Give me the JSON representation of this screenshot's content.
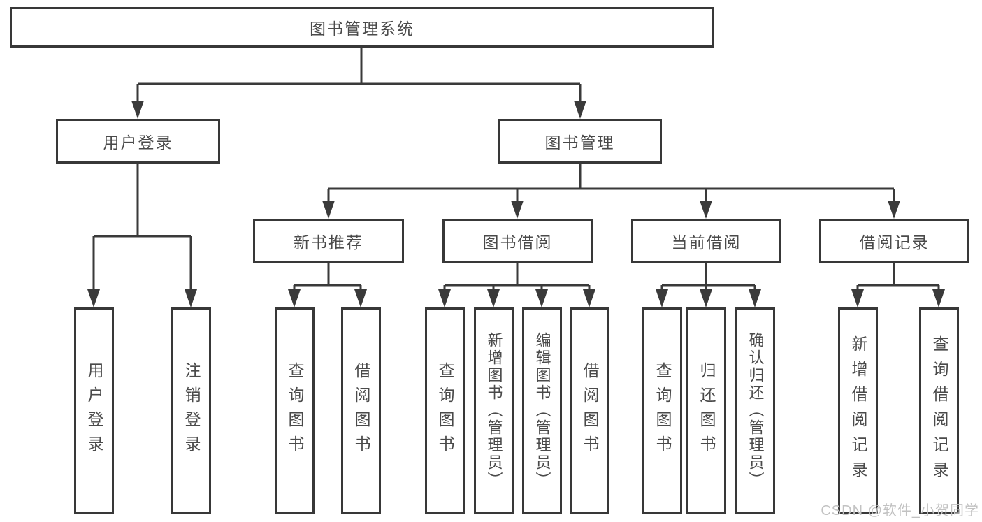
{
  "nodes": {
    "root": {
      "label": "图书管理系统"
    },
    "l2": [
      {
        "label": "用户登录"
      },
      {
        "label": "图书管理"
      }
    ],
    "l3": [
      {
        "label": "新书推荐",
        "parent": "图书管理"
      },
      {
        "label": "图书借阅",
        "parent": "图书管理"
      },
      {
        "label": "当前借阅",
        "parent": "图书管理"
      },
      {
        "label": "借阅记录",
        "parent": "图书管理"
      }
    ],
    "l4": [
      {
        "label": "用户登录",
        "parent": "用户登录"
      },
      {
        "label": "注销登录",
        "parent": "用户登录"
      },
      {
        "label": "查询图书",
        "parent": "新书推荐"
      },
      {
        "label": "借阅图书",
        "parent": "新书推荐"
      },
      {
        "label": "查询图书",
        "parent": "图书借阅"
      },
      {
        "label": "新增图书（管理员）",
        "parent": "图书借阅"
      },
      {
        "label": "编辑图书（管理员）",
        "parent": "图书借阅"
      },
      {
        "label": "借阅图书",
        "parent": "图书借阅"
      },
      {
        "label": "查询图书",
        "parent": "当前借阅"
      },
      {
        "label": "归还图书",
        "parent": "当前借阅"
      },
      {
        "label": "确认归还（管理员）",
        "parent": "当前借阅"
      },
      {
        "label": "新增借阅记录",
        "parent": "借阅记录"
      },
      {
        "label": "查询借阅记录",
        "parent": "借阅记录"
      }
    ]
  },
  "watermark": "CSDN @软件_小贺同学",
  "colors": {
    "line": "#3a3a3a",
    "text": "#4a4a4a",
    "watermark": "#c2c2c2",
    "background": "#ffffff"
  }
}
